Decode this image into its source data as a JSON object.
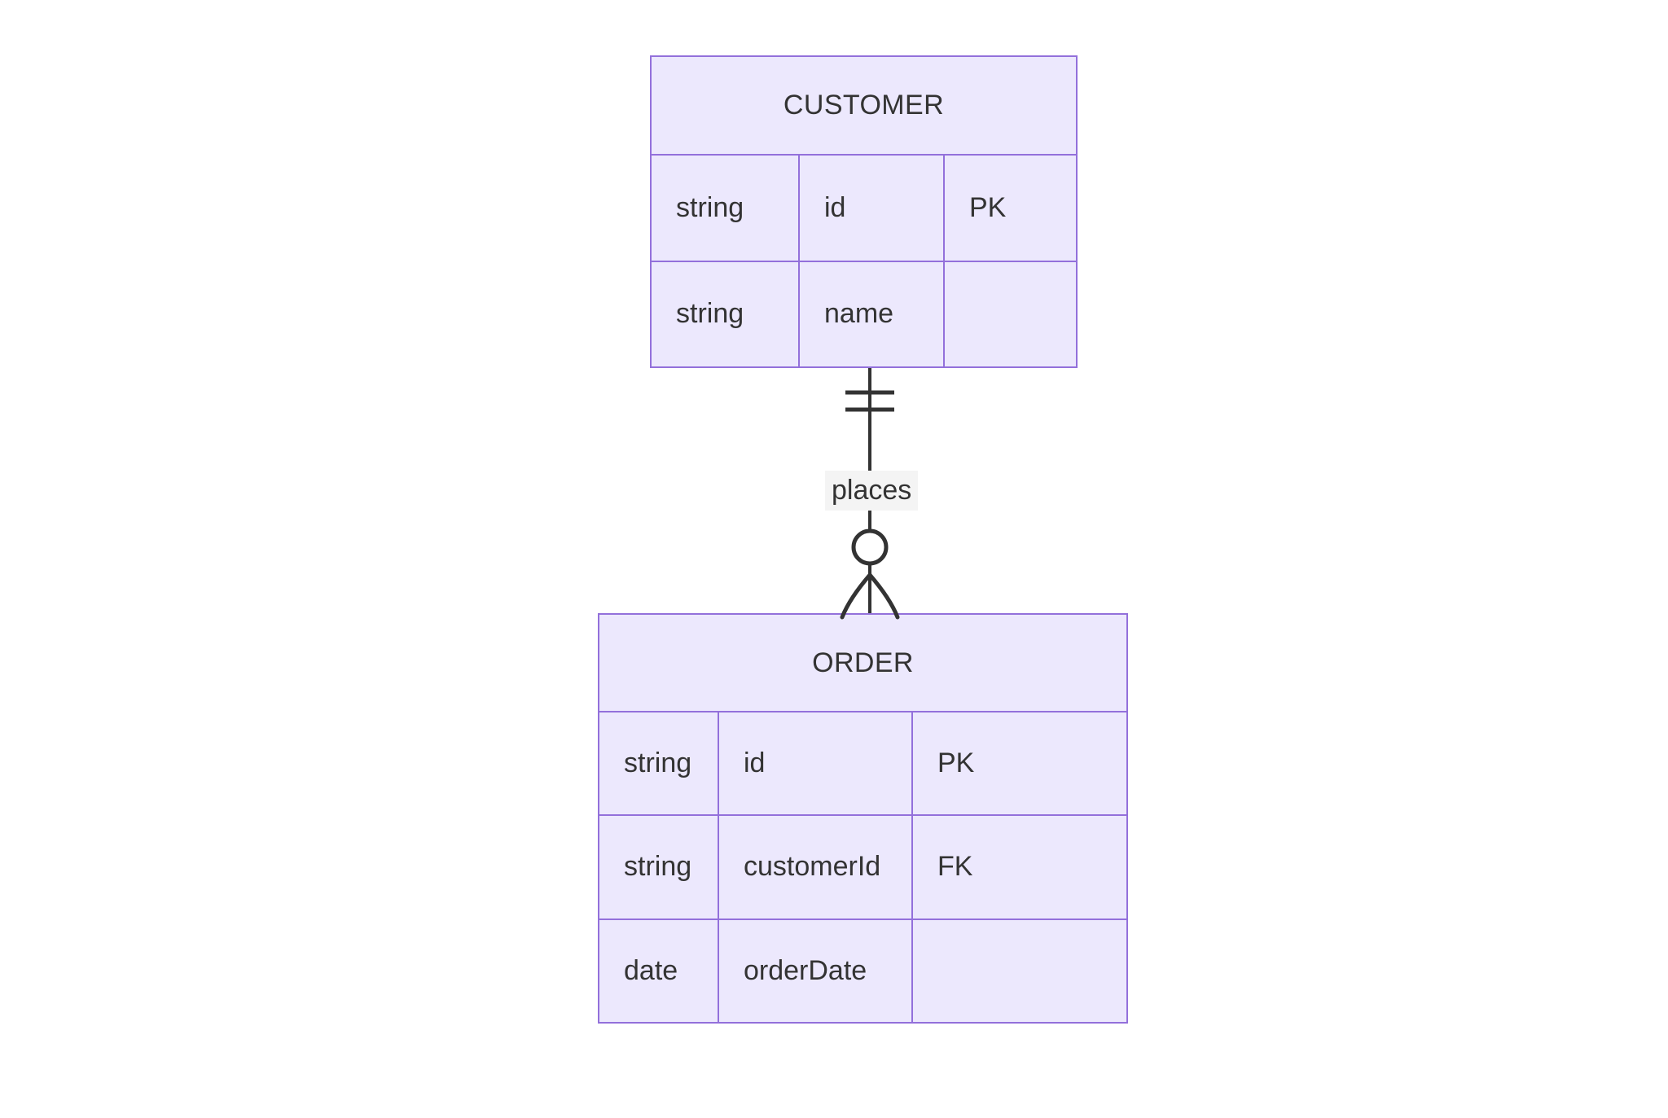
{
  "diagram": {
    "type": "entity-relationship-diagram",
    "notation": "crow's foot",
    "background_color": "#ffffff",
    "entity_fill_color": "#ECE8FD",
    "entity_border_color": "#9370DB",
    "text_color": "#333333",
    "line_color": "#333333",
    "label_background_color": "#f4f4f4"
  },
  "entities": [
    {
      "id": "customer",
      "name": "CUSTOMER",
      "attributes": [
        {
          "type": "string",
          "name": "id",
          "key": "PK"
        },
        {
          "type": "string",
          "name": "name",
          "key": ""
        }
      ]
    },
    {
      "id": "order",
      "name": "ORDER",
      "attributes": [
        {
          "type": "string",
          "name": "id",
          "key": "PK"
        },
        {
          "type": "string",
          "name": "customerId",
          "key": "FK"
        },
        {
          "type": "date",
          "name": "orderDate",
          "key": ""
        }
      ]
    }
  ],
  "relationships": [
    {
      "id": "places",
      "label": "places",
      "from_entity": "CUSTOMER",
      "to_entity": "ORDER",
      "from_cardinality": "exactly-one",
      "to_cardinality": "zero-or-more"
    }
  ]
}
